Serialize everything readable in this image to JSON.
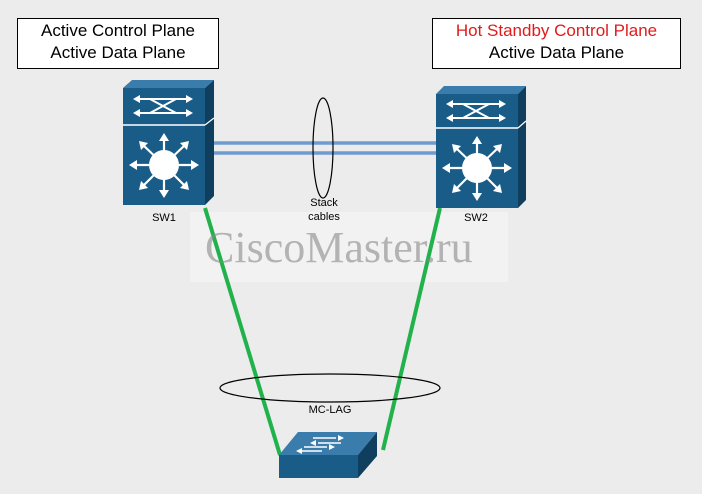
{
  "sw1_box": {
    "line1": "Active Control Plane",
    "line2": "Active Data Plane"
  },
  "sw2_box": {
    "line1": "Hot Standby Control Plane",
    "line2": "Active Data Plane"
  },
  "sw1_label": "SW1",
  "sw2_label": "SW2",
  "stack": {
    "line1": "Stack",
    "line2": "cables"
  },
  "mclag_label": "MC-LAG",
  "watermark": "CiscoMaster.ru",
  "colors": {
    "switch_blue": "#1a5c88",
    "stack_cable": "#6f9bd1",
    "uplink_green": "#22b24c",
    "standby_red": "#e11b1b"
  }
}
